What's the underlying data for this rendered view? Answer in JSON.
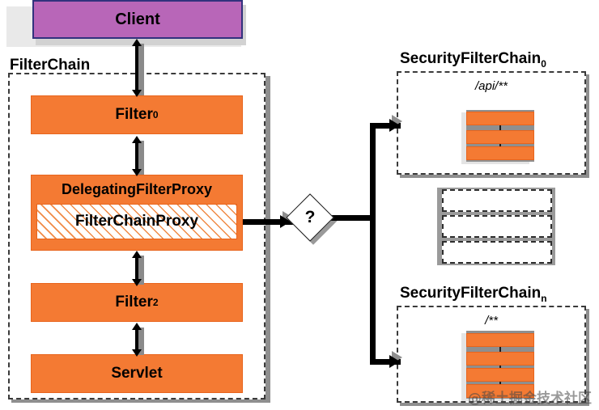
{
  "diagram": {
    "title": "Spring Security FilterChain / SecurityFilterChain delegation",
    "colors": {
      "client_fill": "#b866b8",
      "client_border": "#32327d",
      "filter_fill": "#f47a33",
      "filter_border": "#e8641c",
      "container_border": "#3a3a3a",
      "connector": "#000000",
      "shadow": "#8f8f8f"
    }
  },
  "client": {
    "label": "Client"
  },
  "filter_chain": {
    "label": "FilterChain",
    "items": [
      {
        "label": "Filter",
        "sub": "0"
      },
      {
        "label": "DelegatingFilterProxy",
        "sub": ""
      },
      {
        "label": "FilterChainProxy",
        "sub": ""
      },
      {
        "label": "Filter",
        "sub": "2"
      },
      {
        "label": "Servlet",
        "sub": ""
      }
    ]
  },
  "decision": {
    "label": "?"
  },
  "security_chains": [
    {
      "label": "SecurityFilterChain",
      "sub": "0",
      "pattern": "/api/**",
      "filter_count": 3
    },
    {
      "label": "SecurityFilterChain",
      "sub": "n",
      "pattern": "/**",
      "filter_count": 4
    }
  ],
  "placeholder_rows": 3,
  "watermark": {
    "text": "@稀土掘金技术社区"
  }
}
